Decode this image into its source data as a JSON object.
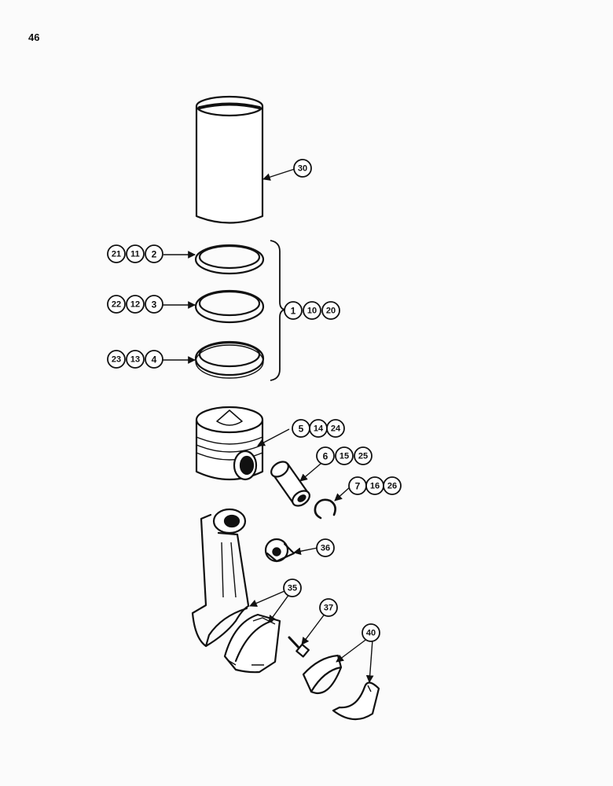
{
  "page_number": "46",
  "callouts": {
    "sleeve": [
      "30"
    ],
    "ring_top": [
      "21",
      "11",
      "2"
    ],
    "ring_second": [
      "22",
      "12",
      "3"
    ],
    "ring_oil": [
      "23",
      "13",
      "4"
    ],
    "ring_set": [
      "1",
      "10",
      "20"
    ],
    "piston": [
      "5",
      "14",
      "24"
    ],
    "pin": [
      "6",
      "15",
      "25"
    ],
    "retainer": [
      "7",
      "16",
      "26"
    ],
    "bushing": [
      "36"
    ],
    "rod": [
      "35"
    ],
    "bolt": [
      "37"
    ],
    "bearing": [
      "40"
    ]
  }
}
